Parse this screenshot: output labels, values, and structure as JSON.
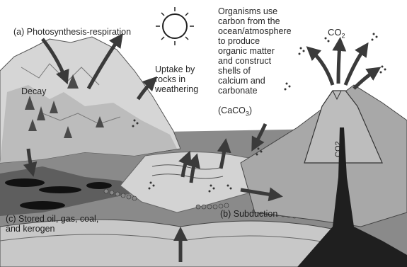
{
  "labels": {
    "photosynthesis": "(a) Photosynthesis-respiration",
    "decay": "Decay",
    "uptake": "Uptake by\nrocks in\nweathering",
    "organisms": "Organisms use\ncarbon from the\nocean/atmosphere\nto produce\norganic matter\nand construct\nshells of\ncalcium and\ncarbonate",
    "caco3_prefix": "(CaCO",
    "caco3_sub": "3",
    "caco3_suffix": ")",
    "co2_top": "CO",
    "co2_top_sub": "2",
    "co2_vertical": "CO2",
    "stored": "(c) Stored oil, gas, coal,\nand kerogen",
    "subduction": "(b) Subduction"
  },
  "colors": {
    "sky": "#ffffff",
    "mountain_light": "#d9d9d9",
    "mountain_mid": "#a9a9a9",
    "mountain_dark": "#6e6e6e",
    "ocean_surface": "#cfcfcf",
    "ocean_deep": "#9a9a9a",
    "mantle": "#c4c4c4",
    "ink": "#262626"
  },
  "icons": [
    "sun-icon",
    "arrow-icon",
    "tree-icon",
    "volcano-icon",
    "carbon-dots-icon"
  ]
}
